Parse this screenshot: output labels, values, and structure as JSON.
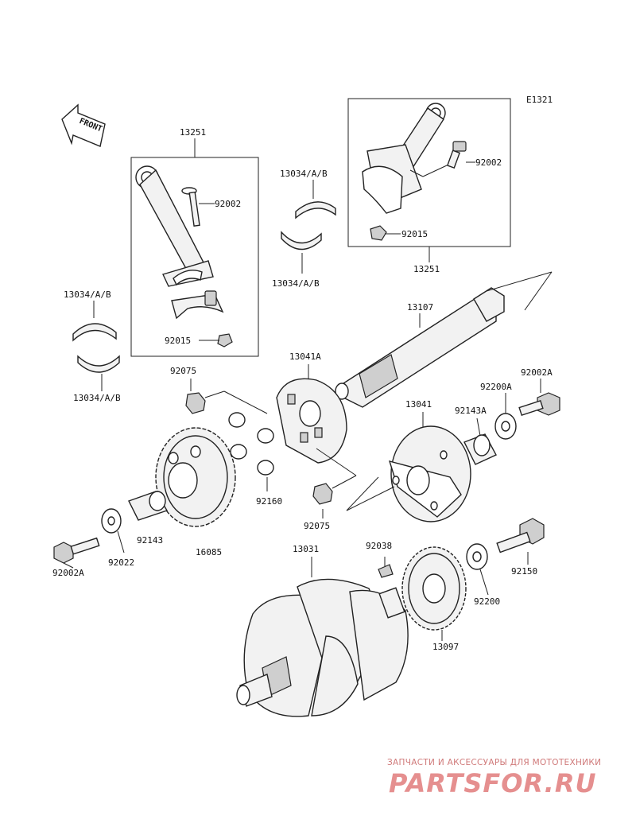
{
  "diagram": {
    "code": "E1321",
    "front_text": "FRONT",
    "labels": {
      "conrod_left": "13251",
      "conrod_right": "13251",
      "bolt_left": "92002",
      "bolt_right": "92002",
      "nut_left": "92015",
      "nut_right": "92015",
      "bearing_top_upper": "13034/A/B",
      "bearing_top_lower": "13034/A/B",
      "bearing_left_upper": "13034/A/B",
      "bearing_left_lower": "13034/A/B",
      "shaft": "13107",
      "balancer_gear_a": "13041A",
      "balancer_gear": "13041",
      "bolt_92002a_right": "92002A",
      "washer_92200a": "92200A",
      "collar_92143a": "92143A",
      "gear_92075_top": "92075",
      "gear_92075_bottom": "92075",
      "damper_92160": "92160",
      "collar_92143": "92143",
      "washer_92022": "92022",
      "bolt_92002a_left": "92002A",
      "gear_16085": "16085",
      "crankshaft": "13031",
      "key_92038": "92038",
      "gear_13097": "13097",
      "washer_92200": "92200",
      "bolt_92150": "92150"
    }
  },
  "watermark": {
    "tagline": "ЗАПЧАСТИ И АКСЕССУАРЫ ДЛЯ МОТОТЕХНИКИ",
    "brand": "PARTSFOR.RU",
    "color": "#e58f8f"
  }
}
